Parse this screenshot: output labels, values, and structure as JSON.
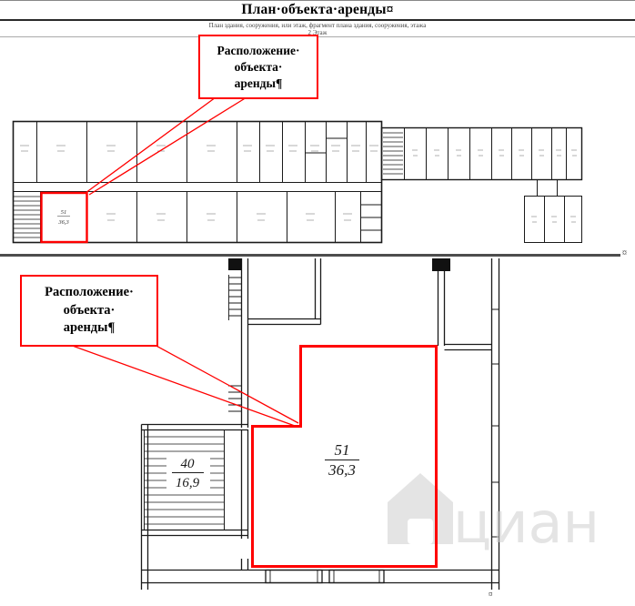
{
  "header": {
    "title": "План·объекта·аренды¤",
    "caption": "План здания, сооружения, или этаж, фрагмент плана здания, сооружения, этажа",
    "floor": "2 Этаж"
  },
  "callout": {
    "line1": "Расположение·",
    "line2": "объекта·",
    "line3": "аренды¶"
  },
  "top_plan": {
    "highlight_room": {
      "number": "51",
      "area": "36,3"
    }
  },
  "bottom_plan": {
    "room51": {
      "number": "51",
      "area": "36,3"
    },
    "room40": {
      "number": "40",
      "area": "16,9"
    }
  },
  "watermark": {
    "text": "циан"
  },
  "marks": {
    "section": "¤",
    "page_bottom": "¤"
  },
  "colors": {
    "highlight": "#ff0000",
    "wall": "#1a1a1a",
    "watermark_gray": "#cfcfcf"
  }
}
